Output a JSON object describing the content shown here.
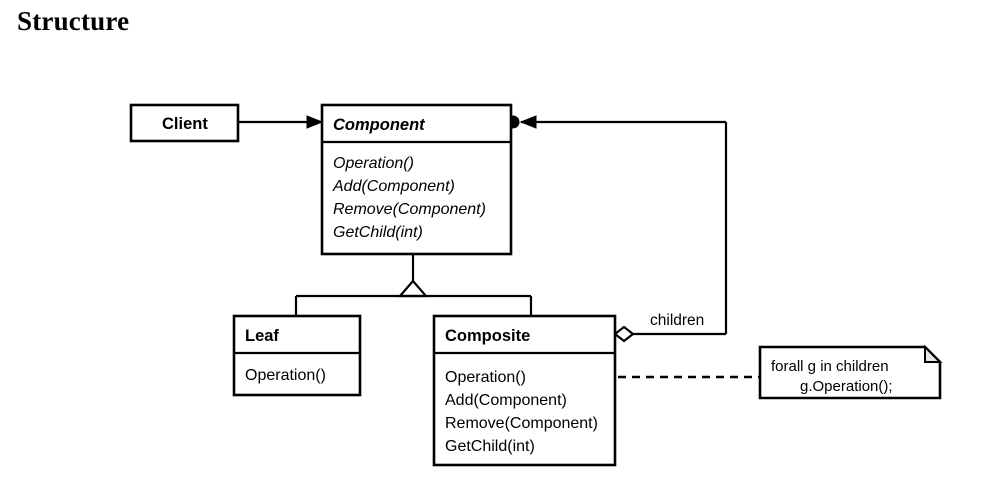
{
  "page": {
    "heading": "Structure",
    "background_color": "#ffffff",
    "ink_color": "#000000"
  },
  "diagram": {
    "type": "uml-class-diagram",
    "pattern_name": "Composite",
    "classes": [
      {
        "id": "client",
        "name": "Client",
        "abstract": false,
        "compartments_visible": 1,
        "members": []
      },
      {
        "id": "component",
        "name": "Component",
        "abstract": true,
        "compartments_visible": 2,
        "members": [
          "Operation()",
          "Add(Component)",
          "Remove(Component)",
          "GetChild(int)"
        ]
      },
      {
        "id": "leaf",
        "name": "Leaf",
        "abstract": false,
        "compartments_visible": 2,
        "members": [
          "Operation()"
        ]
      },
      {
        "id": "composite",
        "name": "Composite",
        "abstract": false,
        "compartments_visible": 2,
        "members": [
          "Operation()",
          "Add(Component)",
          "Remove(Component)",
          "GetChild(int)"
        ]
      }
    ],
    "relationships": [
      {
        "id": "client-to-component",
        "kind": "association",
        "from": "client",
        "to": "component",
        "label": ""
      },
      {
        "id": "leaf-inherits-component",
        "kind": "generalization",
        "from": "leaf",
        "to": "component",
        "label": ""
      },
      {
        "id": "composite-inherits-component",
        "kind": "generalization",
        "from": "composite",
        "to": "component",
        "label": ""
      },
      {
        "id": "composite-aggregates-component",
        "kind": "aggregation",
        "from": "composite",
        "to": "component",
        "label": "children"
      }
    ],
    "note": {
      "id": "composite-operation-note",
      "attached_to": "composite.Operation()",
      "lines": [
        "forall g in children",
        "g.Operation();"
      ]
    }
  }
}
